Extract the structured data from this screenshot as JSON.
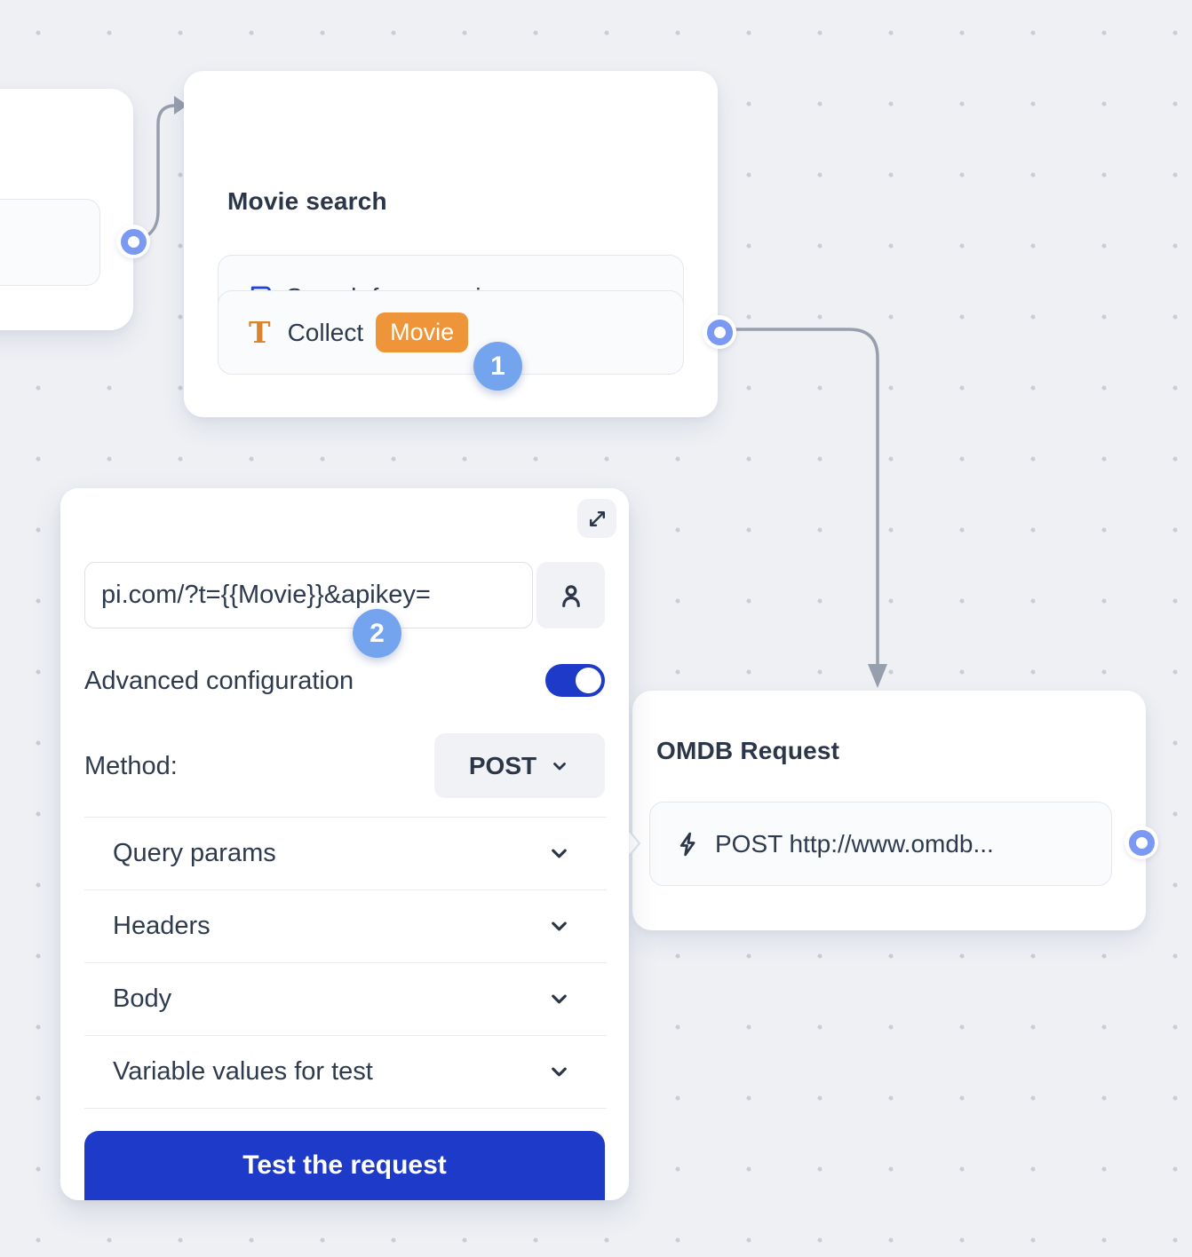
{
  "colors": {
    "canvas_bg": "#eef0f4",
    "dot": "#c7ccd8",
    "wire": "#979eac",
    "brand_blue": "#1e3ac8",
    "port_blue": "#7b99f2",
    "step_badge_blue": "#74a4ee",
    "variable_orange": "#ef9539",
    "text_dark": "#2b3648"
  },
  "nodes": {
    "movie_search": {
      "title": "Movie search",
      "rows": [
        {
          "icon": "chat-bubble-icon",
          "label": "Search for a movie"
        },
        {
          "icon": "text-input-icon",
          "icon_glyph": "T",
          "label": "Collect",
          "variable_badge": "Movie"
        }
      ]
    },
    "omdb_request": {
      "title": "OMDB Request",
      "rows": [
        {
          "icon": "lightning-icon",
          "label": "POST http://www.omdb..."
        }
      ]
    }
  },
  "panel": {
    "expand_icon": "expand-icon",
    "url_value": "pi.com/?t={{Movie}}&apikey=",
    "person_icon": "person-icon",
    "advanced_label": "Advanced configuration",
    "advanced_toggle_state": "on",
    "method_label": "Method:",
    "method_value": "POST",
    "sections": [
      "Query params",
      "Headers",
      "Body",
      "Variable values for test"
    ],
    "test_button_label": "Test the request"
  },
  "step_badges": {
    "step1": "1",
    "step2": "2"
  }
}
